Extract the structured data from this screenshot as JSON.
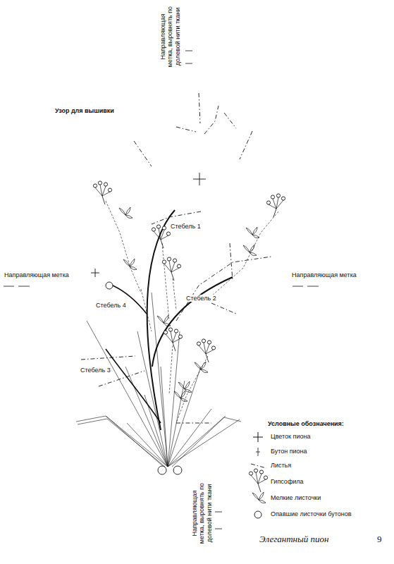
{
  "diagram": {
    "title": "Узор для вышивки",
    "labels": [
      "Направляющая метка, выровнять по долевой нити ткани",
      "Направляющая метка",
      "Направляющая метка",
      "Стебель 1",
      "Стебель 2",
      "Стебель 4",
      "Стебель 3",
      "Направляющая метка, выровнять по долевой нити ткани",
      "Условные обозначения:",
      "Элегантный пион",
      "9"
    ],
    "legend": [
      {
        "text": "Цветок пиона"
      },
      {
        "text": "Бутон пиона"
      },
      {
        "text": "Листья"
      },
      {
        "text": "Гипсофила"
      },
      {
        "text": "Мелкие листочки"
      },
      {
        "text": "Опавшие листочки бутонов"
      }
    ]
  }
}
